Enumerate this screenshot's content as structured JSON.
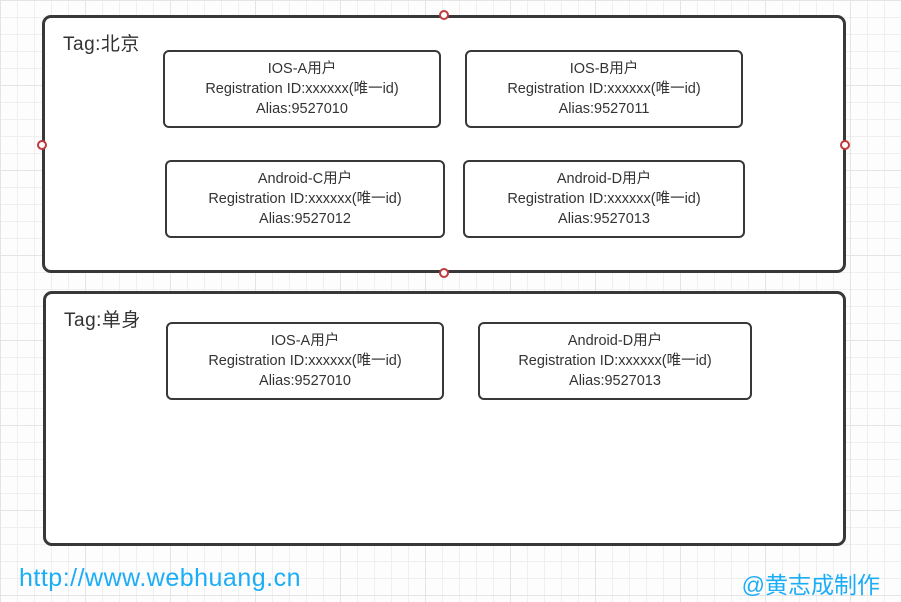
{
  "canvas": {
    "background": "#fdfdfd",
    "grid_line_color": "#e9e9e9",
    "shape_border_color": "#383838",
    "selection_handle_color": "#bf3b3e",
    "accent_color": "#1cadf7",
    "text_color": "#333333"
  },
  "groups": [
    {
      "tag_label": "Tag:北京",
      "selected": true,
      "cards": [
        {
          "title": "IOS-A用户",
          "registration": "Registration ID:xxxxxx(唯一id)",
          "alias": "Alias:9527010"
        },
        {
          "title": "IOS-B用户",
          "registration": "Registration ID:xxxxxx(唯一id)",
          "alias": "Alias:9527011"
        },
        {
          "title": "Android-C用户",
          "registration": "Registration ID:xxxxxx(唯一id)",
          "alias": "Alias:9527012"
        },
        {
          "title": "Android-D用户",
          "registration": "Registration ID:xxxxxx(唯一id)",
          "alias": "Alias:9527013"
        }
      ]
    },
    {
      "tag_label": "Tag:单身",
      "selected": false,
      "cards": [
        {
          "title": "IOS-A用户",
          "registration": "Registration ID:xxxxxx(唯一id)",
          "alias": "Alias:9527010"
        },
        {
          "title": "Android-D用户",
          "registration": "Registration ID:xxxxxx(唯一id)",
          "alias": "Alias:9527013"
        }
      ]
    }
  ],
  "footer": {
    "url": "http://www.webhuang.cn",
    "credit": "@黄志成制作"
  }
}
